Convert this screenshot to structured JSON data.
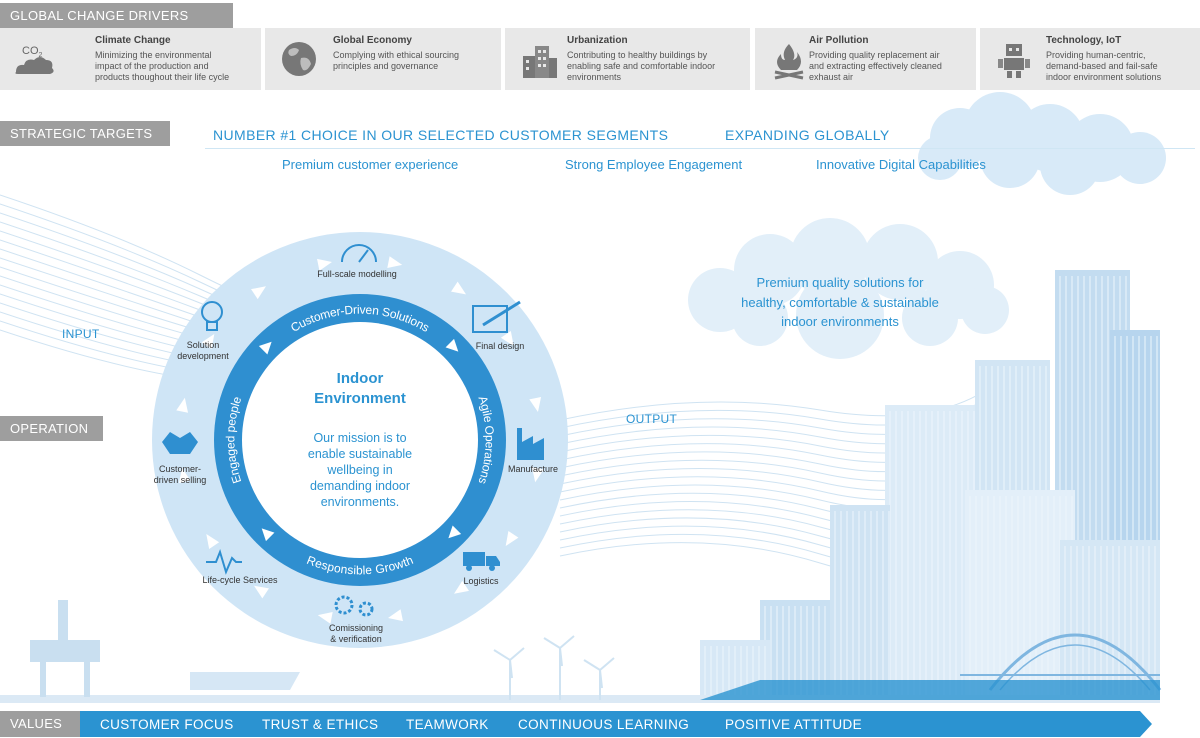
{
  "sections": {
    "drivers": "GLOBAL CHANGE DRIVERS",
    "targets": "STRATEGIC TARGETS",
    "operation": "OPERATION",
    "values": "VALUES"
  },
  "drivers": [
    {
      "icon": "cloud-co2-icon",
      "title": "Climate Change",
      "desc": [
        "Minimizing the environmental",
        "impact of the production and",
        "products thoughout their life cycle"
      ],
      "icon_text": "CO",
      "icon_sub": "2"
    },
    {
      "icon": "globe-icon",
      "title": "Global Economy",
      "desc": [
        "Complying with ethical sourcing",
        "principles and governance"
      ]
    },
    {
      "icon": "buildings-icon",
      "title": "Urbanization",
      "desc": [
        "Contributing to healthy buildings by",
        "enabling safe and comfortable indoor",
        "environments"
      ]
    },
    {
      "icon": "fire-icon",
      "title": "Air Pollution",
      "desc": [
        "Providing quality replacement air",
        "and extracting effectively cleaned",
        "exhaust air"
      ]
    },
    {
      "icon": "robot-icon",
      "title": "Technology, IoT",
      "desc": [
        "Providing human-centric,",
        "demand-based and fail-safe",
        "indoor environment solutions"
      ]
    }
  ],
  "targets": {
    "major": [
      "NUMBER #1 CHOICE IN OUR SELECTED CUSTOMER SEGMENTS",
      "EXPANDING GLOBALLY"
    ],
    "minor": [
      "Premium customer experience",
      "Strong Employee Engagement",
      "Innovative Digital Capabilities"
    ]
  },
  "flow": {
    "input": "INPUT",
    "output": "OUTPUT"
  },
  "wheel": {
    "title": [
      "Indoor",
      "Environment"
    ],
    "mission": [
      "Our mission is to",
      "enable sustainable",
      "wellbeing in",
      "demanding indoor",
      "environments."
    ],
    "ring_labels": [
      "Customer-Driven Solutions",
      "Agile Operations",
      "Responsible Growth",
      "Engaged people"
    ],
    "steps": [
      {
        "icon": "gauge-icon",
        "lines": [
          "Full-scale modelling"
        ]
      },
      {
        "icon": "tablet-pen-icon",
        "lines": [
          "Final design"
        ]
      },
      {
        "icon": "factory-icon",
        "lines": [
          "Manufacture"
        ]
      },
      {
        "icon": "truck-icon",
        "lines": [
          "Logistics"
        ]
      },
      {
        "icon": "gears-icon",
        "lines": [
          "Comissioning",
          "& verification"
        ]
      },
      {
        "icon": "pulse-icon",
        "lines": [
          "Life-cycle Services"
        ]
      },
      {
        "icon": "handshake-icon",
        "lines": [
          "Customer-",
          "driven selling"
        ]
      },
      {
        "icon": "lightbulb-icon",
        "lines": [
          "Solution",
          "development"
        ]
      }
    ]
  },
  "cloud_text": [
    "Premium quality solutions for",
    "healthy, comfortable & sustainable",
    "indoor environments"
  ],
  "values": [
    "CUSTOMER FOCUS",
    "TRUST & ETHICS",
    "TEAMWORK",
    "CONTINUOUS LEARNING",
    "POSITIVE ATTITUDE"
  ],
  "colors": {
    "brand_blue": "#2b93d1",
    "ring_blue": "#2f8fd0",
    "light_blue": "#cfe5f6",
    "label_gray": "#9e9e9e",
    "card_gray": "#e8e8e8"
  }
}
